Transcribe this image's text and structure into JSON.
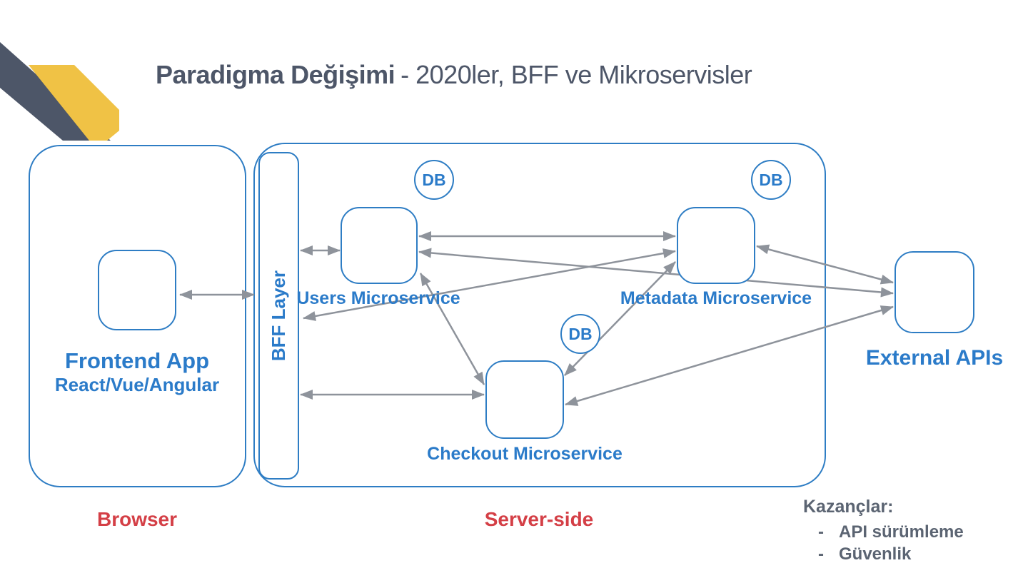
{
  "title": {
    "bold": "Paradigma Değişimi",
    "rest": "- 2020ler, BFF ve Mikroservisler"
  },
  "diagram": {
    "browser": {
      "zone_label": "Browser",
      "frontend_title": "Frontend App",
      "frontend_subtitle": "React/Vue/Angular"
    },
    "server": {
      "zone_label": "Server-side",
      "bff_label": "BFF Layer",
      "db_label": "DB",
      "users_label": "Users Microservice",
      "checkout_label": "Checkout Microservice",
      "metadata_label": "Metadata Microservice"
    },
    "external_label": "External APIs"
  },
  "gains": {
    "heading": "Kazançlar:",
    "bullet": "-",
    "items": [
      "API sürümleme",
      "Güvenlik"
    ]
  },
  "colors": {
    "blue": "#2e7dc4",
    "textblue": "#2b7bc9",
    "red": "#d43f46",
    "arrow": "#8e939b",
    "title": "#4d5668",
    "dark": "#4d5668",
    "yellow": "#f0c245",
    "gains": "#5b6472"
  }
}
